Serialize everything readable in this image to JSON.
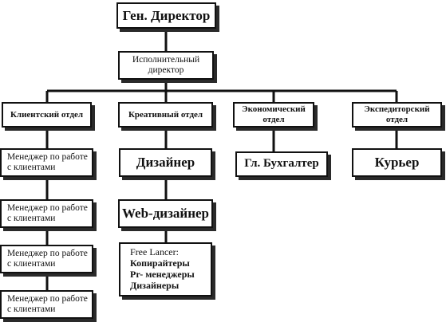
{
  "ceo": "Ген. Директор",
  "exec_director": "Исполнительный директор",
  "departments": [
    {
      "title": "Клиентский отдел"
    },
    {
      "title": "Креативный отдел"
    },
    {
      "title": "Экономический отдел"
    },
    {
      "title": "Экспедиторский отдел"
    }
  ],
  "client_managers": [
    "Менеджер по работе с клиентами",
    "Менеджер по работе с клиентами",
    "Менеджер по работе с клиентами",
    "Менеджер по работе с клиентами"
  ],
  "creative_roles": {
    "designer": "Дизайнер",
    "web_designer": "Web-дизайнер",
    "freelance": [
      "Free Lancer:",
      "Копирайтеры",
      "Pr- менеджеры",
      "Дизайнеры"
    ]
  },
  "chief_accountant": "Гл. Бухгалтер",
  "courier": "Курьер"
}
